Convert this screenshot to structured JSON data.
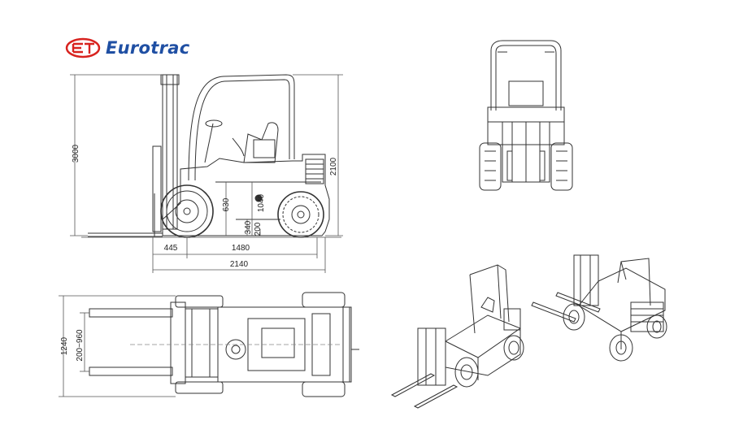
{
  "brand": {
    "name": "Eurotrac",
    "logo_mark": "ET",
    "logo_color": "#d8231f",
    "text_color": "#1f4fa3"
  },
  "side_view": {
    "dims": {
      "overall_height": "3000",
      "overhead_guard_height": "2100",
      "dim_630": "630",
      "dim_1040": "1040",
      "dim_340": "340",
      "dim_200": "200",
      "front_overhang": "445",
      "wheelbase": "1480",
      "overall_length": "2140"
    }
  },
  "top_view": {
    "dims": {
      "overall_width": "1240",
      "fork_spread": "200~960"
    }
  }
}
